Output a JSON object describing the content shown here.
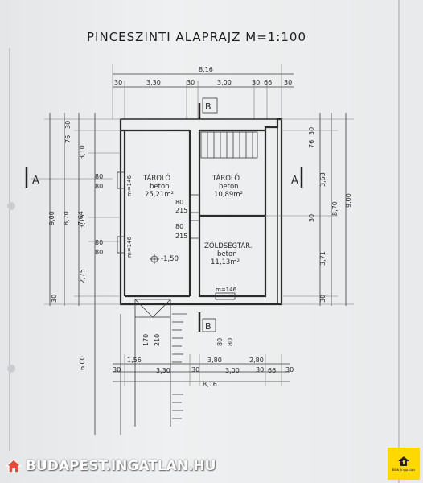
{
  "plan": {
    "title": "PINCESZINTI ALAPRAJZ M=1:100",
    "section_markers": {
      "A": "A",
      "B": "B"
    },
    "top_dims": {
      "total": "8,16",
      "parts": [
        "30",
        "3,30",
        "30",
        "3,00",
        "30",
        "66",
        "30"
      ]
    },
    "bottom_dims": {
      "total": "8,16",
      "parts": [
        "30",
        "3,30",
        "30",
        "3,00",
        "30",
        "66",
        "30"
      ],
      "stair_parts": [
        "1,56",
        "3,80",
        "2,80"
      ]
    },
    "left_dims": {
      "outer": [
        "9,00",
        "8,70",
        "7,64"
      ],
      "inner": [
        "30",
        "76",
        "3,10",
        "3,15",
        "2,75",
        "30"
      ],
      "lower": "6,00"
    },
    "right_dims": {
      "outer": [
        "9,00",
        "8,70"
      ],
      "inner": [
        "30",
        "76",
        "3,63",
        "30",
        "3,71",
        "30"
      ]
    },
    "rooms": {
      "storage_large": {
        "name": "TÁROLÓ",
        "floor": "beton",
        "area": "25,21m²"
      },
      "storage_small": {
        "name": "TÁROLÓ",
        "floor": "beton",
        "area": "10,89m²"
      },
      "vegetable_storage": {
        "name": "ZÖLDSÉGTÁR.",
        "floor": "beton",
        "area": "11,13m²"
      }
    },
    "openings": {
      "window_upper_left": {
        "w": "80",
        "h": "80",
        "sill": "m=146"
      },
      "window_mid_left": {
        "w": "80",
        "h": "80",
        "sill": "m=146"
      },
      "door_upper": {
        "w": "80",
        "h": "215"
      },
      "door_lower": {
        "w": "80",
        "h": "215"
      },
      "window_bottom": {
        "sill": "m=146"
      },
      "door_bottom": {
        "w": "80",
        "h": "80"
      },
      "stair_opening": {
        "w": "170",
        "h": "210"
      }
    },
    "level": "-1,50"
  },
  "watermark": {
    "text": "BUDAPEST.INGATLAN.HU"
  },
  "badge": {
    "label": "Bük Ingatlan"
  }
}
